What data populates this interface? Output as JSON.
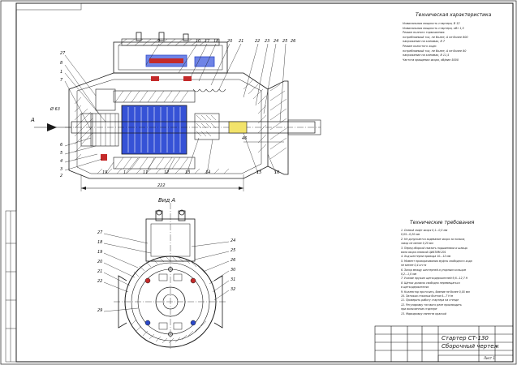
{
  "tech_characteristics": {
    "title": "Техническая характеристика",
    "lines": [
      "Номинальная мощность стартера, В                                12",
      "Номинальная мощность стартера, кВт                            1,5",
      "Режим полного торможения:",
      "  потребляемый ток, не более, А               не более 800",
      "  напряжение на клеммах, В                                        7",
      "Режим холостого хода:",
      "  потребляемый ток, не более, А               не более 80",
      "  напряжение на клеммах, В                                     11,5",
      "Частота вращения якоря, об/мин                              5000"
    ]
  },
  "tech_requirements": {
    "title": "Технические требования",
    "lines": [
      "1. Осевой люфт якоря 0,1...0,5 мм",
      "   0,05...0,20 мм",
      "2. Не допускается задевание якоря за полюса,",
      "   зазор не менее 0,25 мм",
      "3. Перед сборкой смазать подшипники и шлицы",
      "   вала якоря смазкой ЦИАТИМ-201",
      "4. Ход шестерни привода 10...12 мм",
      "5. Момент проворачивания муфты свободного хода",
      "   не менее 0,4 кгс·м",
      "6. Зазор между шестерней и упорным кольцом",
      "   0,2...1,0 мм",
      "7. Усилие пружин щеткодержателей 9,8...12,7 Н",
      "8. Щетки должны свободно перемещаться",
      "   в щеткодержателях",
      "9. Коллектор проточить, биение не более 0,05 мм",
      "10. Затяжка стяжных болтов 6...7 Н·м",
      "11. Проверить работу стартера на стенде",
      "12. Регулировку тягового реле производить",
      "    при включенном стартере",
      "13. Маркировку нанести краской"
    ]
  },
  "view_label": "Вид А",
  "arrow_label": "А",
  "dimension_labels": [
    "222",
    "46",
    "Ø 63"
  ],
  "part_numbers_top": [
    "9",
    "10",
    "17",
    "18",
    "20",
    "21",
    "22",
    "23",
    "24",
    "25",
    "26"
  ],
  "part_numbers_left": [
    "27",
    "8",
    "1",
    "7",
    "6",
    "5",
    "4",
    "3",
    "2"
  ],
  "part_numbers_bottom": [
    "19",
    "1",
    "11",
    "12",
    "13",
    "14",
    "15",
    "16"
  ],
  "view_part_numbers_left": [
    "27",
    "18",
    "19",
    "20",
    "21",
    "22",
    "29"
  ],
  "view_part_numbers_right": [
    "24",
    "25",
    "26",
    "30",
    "31",
    "32"
  ],
  "title_block": {
    "name_line1": "Стартер СТ-130",
    "name_line2": "Сборочный чертеж",
    "sheet": "Лист 1"
  },
  "colors": {
    "line": "#1a1a1a",
    "hatch": "#2a2a2a",
    "blue": "#2b48c8",
    "red": "#c42a2a"
  }
}
